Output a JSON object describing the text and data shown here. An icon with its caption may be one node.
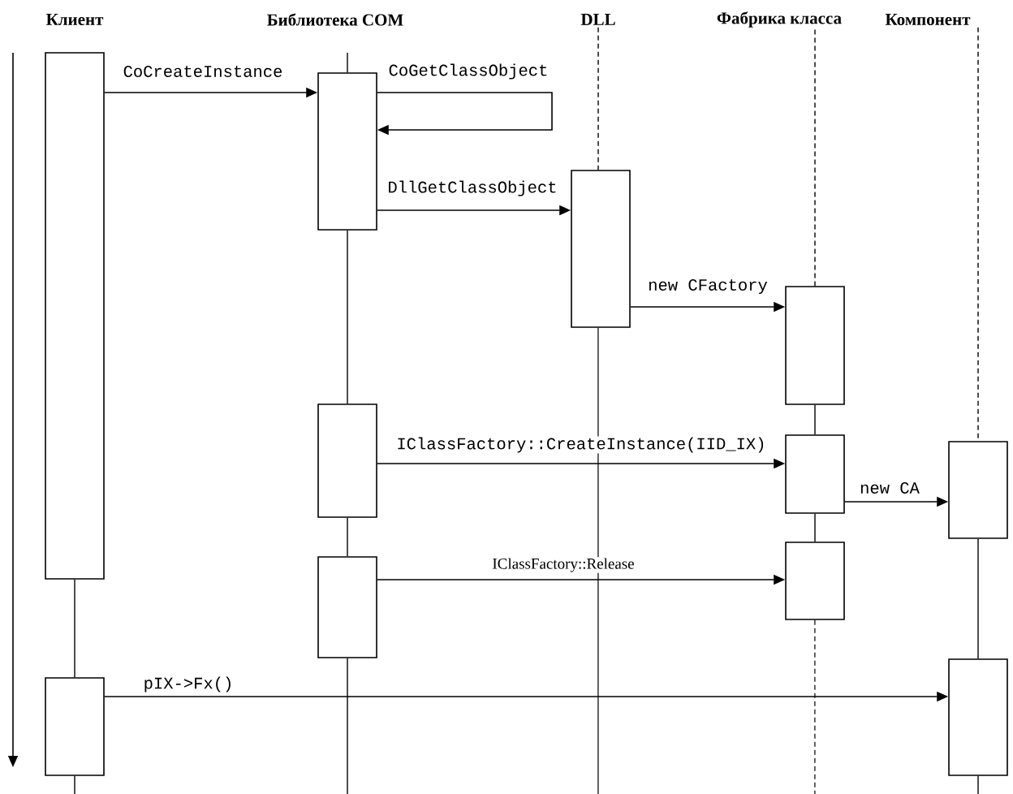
{
  "diagram": {
    "nodes": [
      {
        "text": [
          "Клиент"
        ]
      },
      {
        "text": [
          "Библиотека COM"
        ]
      },
      {
        "text": [
          "DLL"
        ]
      },
      {
        "text": [
          "Фабрика класса"
        ]
      },
      {
        "text": [
          "Компонент"
        ]
      },
      {
        "text": [],
        "shape": "box"
      },
      {
        "text": [],
        "shape": "box"
      },
      {
        "text": [],
        "shape": "box"
      },
      {
        "text": [],
        "shape": "box"
      },
      {
        "text": [],
        "shape": "box"
      },
      {
        "text": [],
        "shape": "box"
      },
      {
        "text": [],
        "shape": "box"
      },
      {
        "text": [],
        "shape": "box"
      },
      {
        "text": [],
        "shape": "box"
      },
      {
        "text": [],
        "shape": "box"
      },
      {
        "text": [],
        "shape": "box"
      }
    ],
    "edges": [
      {
        "from": 5,
        "to": 7,
        "arrow": "to",
        "label": "CoCreateInstance"
      },
      {
        "from": 7,
        "to": 7,
        "arrow": "to",
        "label": "CoGetClassObject"
      },
      {
        "from": 7,
        "to": 10,
        "arrow": "to",
        "label": "DllGetClassObject"
      },
      {
        "from": 10,
        "to": 11,
        "arrow": "to",
        "label": "new CFactory"
      },
      {
        "from": 8,
        "to": 12,
        "arrow": "to",
        "label": "IClassFactory::CreateInstance(IID_IX)"
      },
      {
        "from": 12,
        "to": 14,
        "arrow": "to",
        "label": "new CA"
      },
      {
        "from": 9,
        "to": 13,
        "arrow": "to",
        "label": "IClassFactory::Release"
      },
      {
        "from": 6,
        "to": 15,
        "arrow": "to",
        "label": "pIX->Fx()"
      },
      {
        "from": 5,
        "to": 6,
        "arrow": "none"
      },
      {
        "from": 6,
        "to": null,
        "arrow": "none"
      },
      {
        "from": null,
        "to": 7,
        "arrow": "none"
      },
      {
        "from": 7,
        "to": 8,
        "arrow": "none"
      },
      {
        "from": 8,
        "to": 9,
        "arrow": "none"
      },
      {
        "from": 9,
        "to": null,
        "arrow": "none"
      },
      {
        "from": 2,
        "to": 10,
        "arrow": "none",
        "style": "dashed"
      },
      {
        "from": 10,
        "to": null,
        "arrow": "none"
      },
      {
        "from": 3,
        "to": 11,
        "arrow": "none",
        "style": "dashed"
      },
      {
        "from": 11,
        "to": 12,
        "arrow": "none"
      },
      {
        "from": 12,
        "to": 13,
        "arrow": "none"
      },
      {
        "from": 13,
        "to": null,
        "arrow": "none",
        "style": "dashed"
      },
      {
        "from": 4,
        "to": 14,
        "arrow": "none",
        "style": "dashed"
      },
      {
        "from": 14,
        "to": 15,
        "arrow": "none"
      },
      {
        "from": 15,
        "to": null,
        "arrow": "none"
      }
    ]
  }
}
